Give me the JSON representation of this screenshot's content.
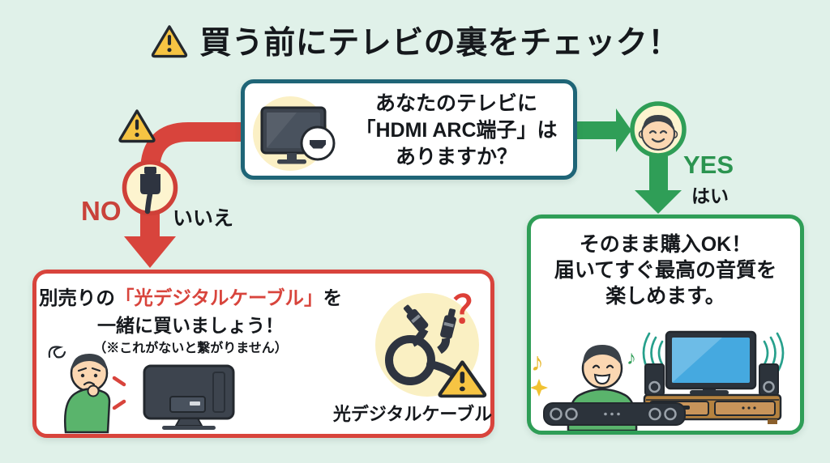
{
  "title": {
    "text": "買う前にテレビの裏をチェック！"
  },
  "question": {
    "line1": "あなたのテレビに",
    "line2": "「HDMI ARC端子」は",
    "line3": "ありますか？"
  },
  "branch": {
    "no_en": "NO",
    "no_ja": "いいえ",
    "yes_en": "YES",
    "yes_ja": "はい"
  },
  "no_box": {
    "line1_a": "別売りの",
    "line1_b": "「光デジタルケーブル」",
    "line1_c": "を",
    "line2": "一緒に買いましょう！",
    "line3": "（※これがないと繋がりません）",
    "question_mark": "？",
    "cable_label": "光デジタルケーブル"
  },
  "yes_box": {
    "line1": "そのまま購入OK！",
    "line2": "届いてすぐ最高の音質を",
    "line3": "楽しめます。"
  },
  "icons": {
    "music_note": "♪"
  },
  "colors": {
    "background": "#e0f1e9",
    "question_border": "#1f6577",
    "no_red": "#d8443c",
    "yes_green": "#2f9e57",
    "warning_yellow": "#f6c443",
    "badge_yellow": "#fdf4cf",
    "text": "#15181c"
  }
}
